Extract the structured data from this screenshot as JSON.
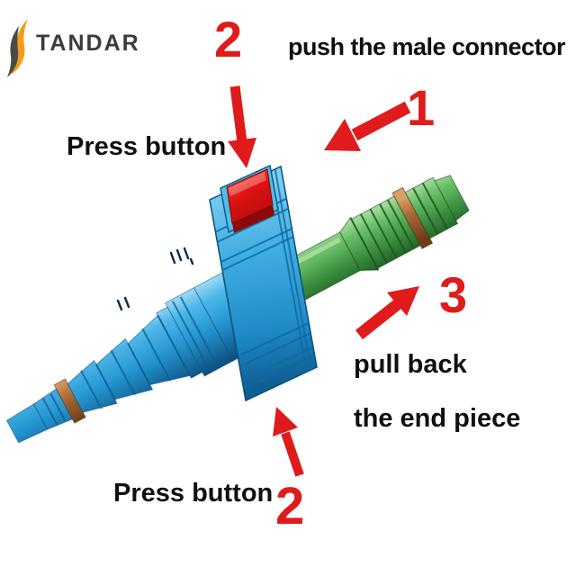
{
  "brand": {
    "name": "TANDAR"
  },
  "steps": {
    "one": {
      "number": "1",
      "label": "push the male connector"
    },
    "two_top": {
      "number": "2",
      "label": "Press button"
    },
    "two_bottom": {
      "number": "2",
      "label": "Press button"
    },
    "three": {
      "number": "3",
      "line1": "pull back",
      "line2": "the end piece"
    }
  },
  "figure": {
    "annotation_color": "#df1b1b",
    "female_connector_color": "#2fa3dc",
    "male_connector_color": "#4f9f4f",
    "release_button_color": "#e01212",
    "oring_color": "#a96a36",
    "logo_orange": "#f49b1d",
    "logo_gray": "#4a4a46"
  }
}
